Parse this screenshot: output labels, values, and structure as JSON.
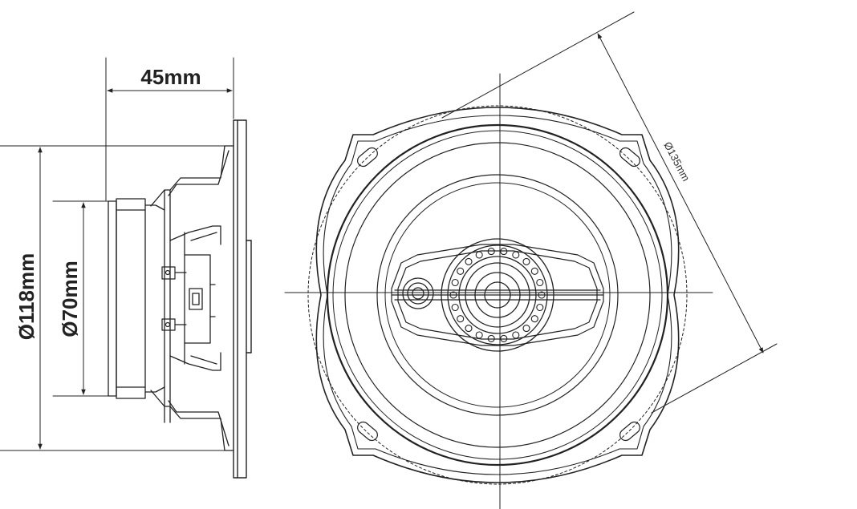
{
  "side_view": {
    "depth_label": "45mm",
    "outer_diameter_label": "Ø118mm",
    "magnet_diameter_label": "Ø70mm"
  },
  "front_view": {
    "mount_diameter_label": "Ø135mm"
  }
}
